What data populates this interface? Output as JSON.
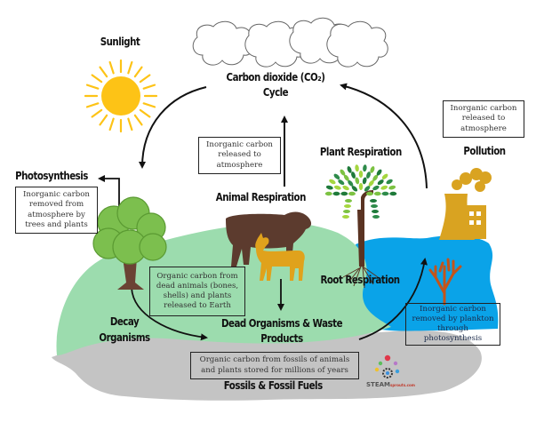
{
  "title": {
    "line1": "Carbon dioxide (CO₂)",
    "line2": "Cycle"
  },
  "labels": {
    "sunlight": "Sunlight",
    "photosynthesis": "Photosynthesis",
    "animal_respiration": "Animal Respiration",
    "plant_respiration": "Plant Respiration",
    "root_respiration": "Root Respiration",
    "pollution": "Pollution",
    "decay_organisms_line1": "Decay",
    "decay_organisms_line2": "Organisms",
    "dead_organisms_line1": "Dead Organisms & Waste",
    "dead_organisms_line2": "Products",
    "fossils": "Fossils & Fossil Fuels"
  },
  "boxes": {
    "photosynthesis": "Inorganic carbon removed from atmosphere by trees and plants",
    "animal_respiration": "Inorganic carbon released to atmosphere",
    "pollution": "Inorganic carbon released to atmosphere",
    "dead_animals": "Organic carbon from dead animals (bones, shells) and plants released to Earth",
    "fossils": "Organic carbon from fossils of animals and plants stored for millions of years",
    "plankton": "Inorganic carbon removed by plankton through photosynthesis"
  },
  "logo": {
    "main": "STEAM",
    "suffix": "sprouts.com"
  },
  "colors": {
    "sun": "#fdc316",
    "land": "#9cdcae",
    "ground": "#c4c4c4",
    "water": "#0aa3e8",
    "tree": "#7cbf4e",
    "trunk": "#6b4234",
    "cow": "#5c3b2e",
    "goat": "#e0a21c",
    "factory": "#d9a321",
    "coral": "#c4541a",
    "arrow": "#111111"
  }
}
